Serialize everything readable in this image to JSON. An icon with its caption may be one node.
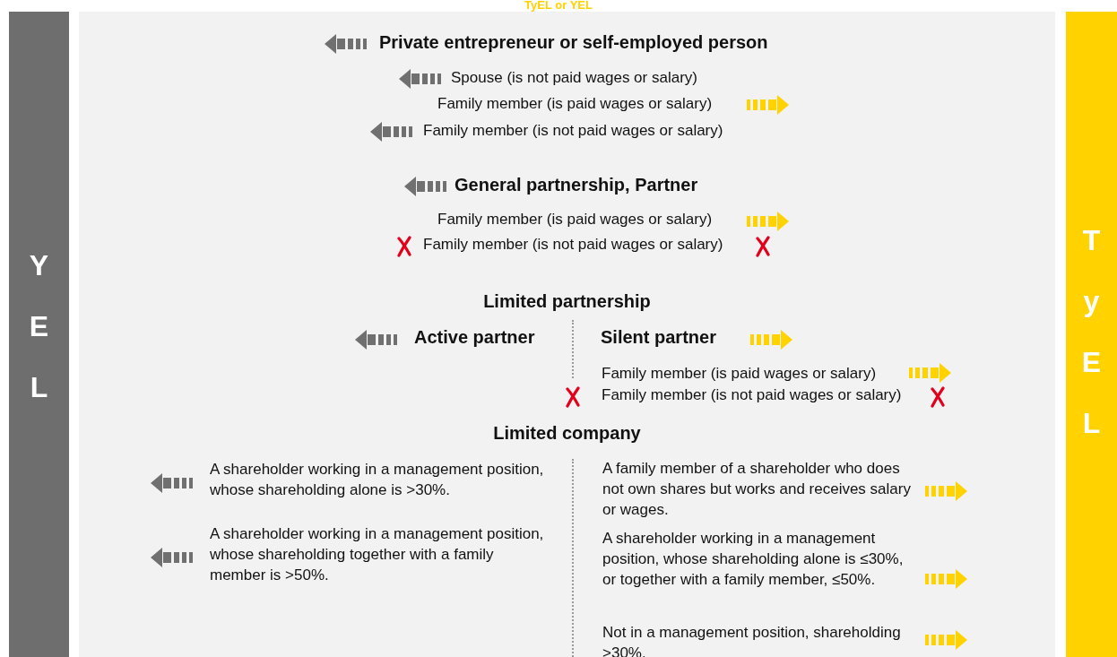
{
  "diagram": {
    "title": "TyEL or YEL",
    "nodes": [
      {
        "text": [
          "YEL"
        ]
      },
      {
        "text": [
          "TyEL"
        ]
      },
      {
        "text": [
          "Private entrepreneur or self-employed person",
          "Spouse (is not paid wages or salary)",
          "Family member (is paid wages or salary)",
          "Family member (is not paid wages or salary)"
        ]
      },
      {
        "text": [
          "General partnership, Partner",
          "Family member (is paid wages or salary)",
          "Family member (is not paid wages or salary)"
        ]
      },
      {
        "text": [
          "Limited partnership",
          "Active partner",
          "Silent partner",
          "Family member (is paid wages or salary)",
          "Family member (is not paid wages or salary)"
        ]
      },
      {
        "text": [
          "Limited company",
          "A shareholder working in a management position, whose shareholding alone is >30%.",
          "A shareholder working in a management position, whose shareholding together with a family member is >50%.",
          "A family member of a shareholder who does not own shares but works and receives salary or wages.",
          "A shareholder working in a management position, whose shareholding alone is ≤30%, or together with a family member, ≤50%.",
          "Not in a management position, shareholding >30%."
        ]
      }
    ],
    "edges": []
  }
}
